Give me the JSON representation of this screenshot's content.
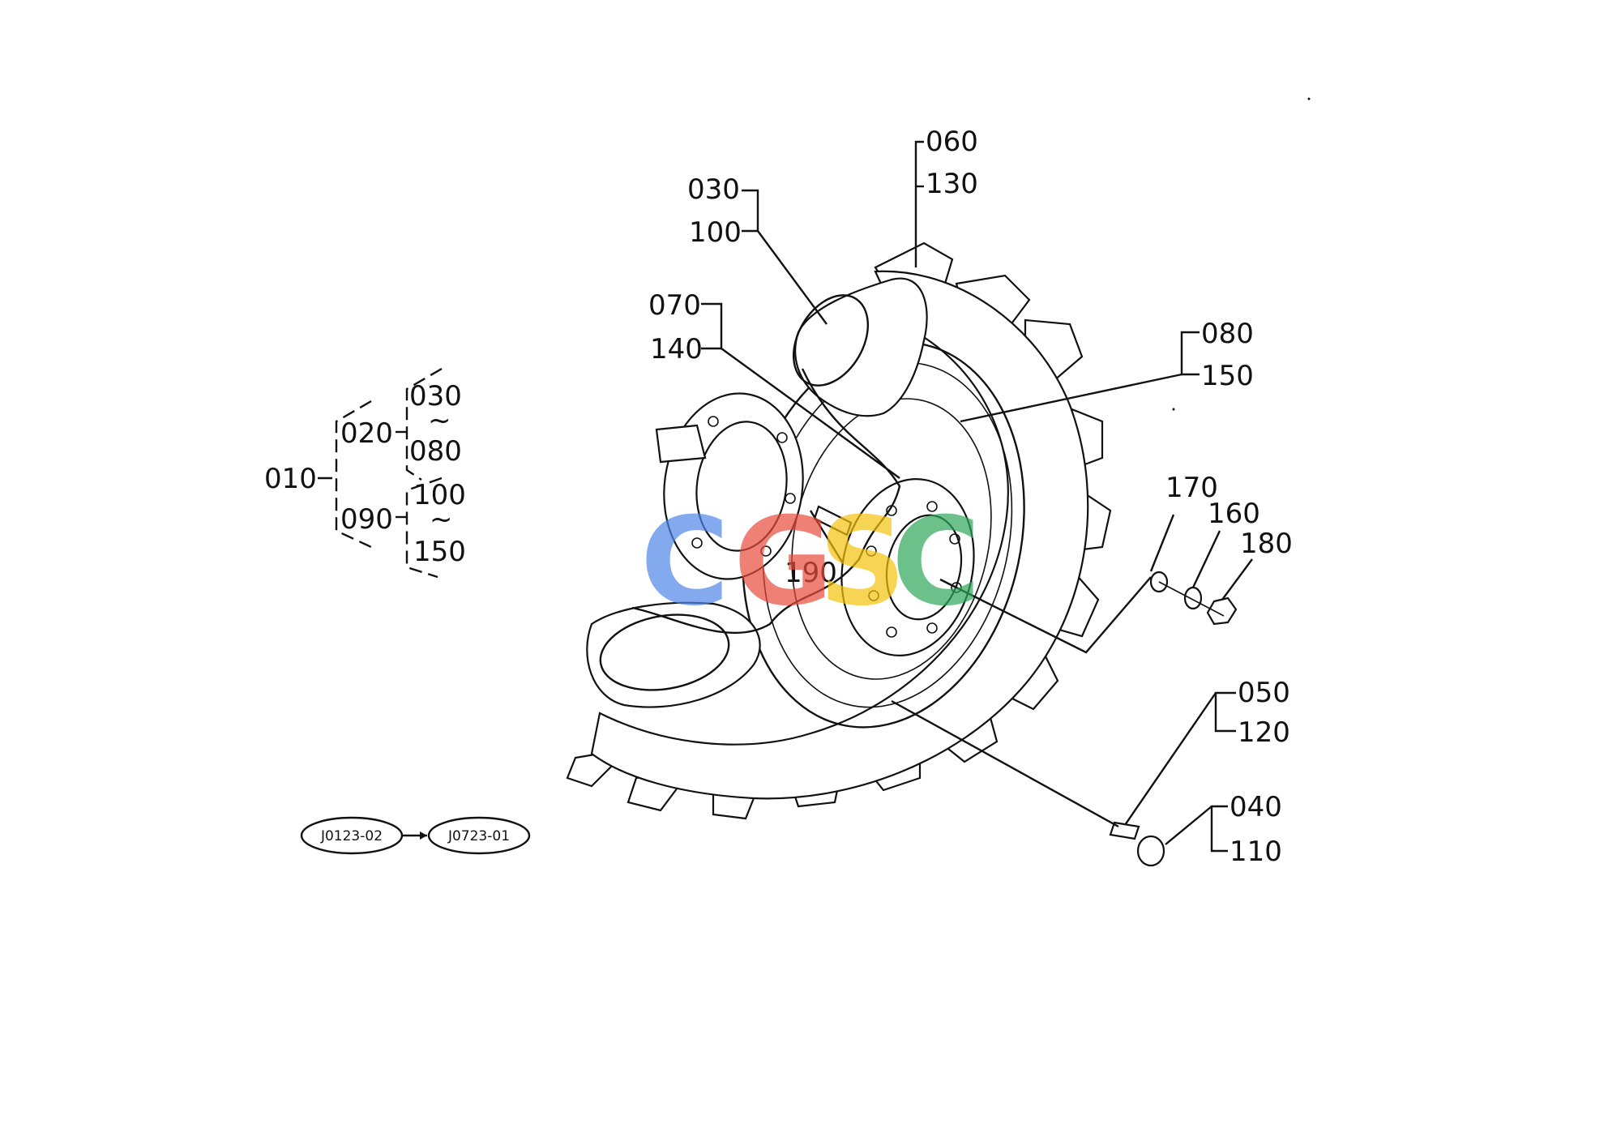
{
  "labels": {
    "p060": "060",
    "p130": "130",
    "p030": "030",
    "p100": "100",
    "p070": "070",
    "p140": "140",
    "p080": "080",
    "p150": "150",
    "p170": "170",
    "p160": "160",
    "p180": "180",
    "p190": "190",
    "p050": "050",
    "p120": "120",
    "p040": "040",
    "p110": "110"
  },
  "tree": {
    "root": "010",
    "b020": "020",
    "b090": "090",
    "r030": "030",
    "tilde1": "~",
    "r080": "080",
    "r100": "100",
    "tilde2": "~",
    "r150": "150"
  },
  "refs": {
    "from": "J0123-02",
    "to": "J0723-01"
  },
  "watermark": {
    "letters": [
      "C",
      "G",
      "S",
      "C"
    ],
    "colors": [
      "#4f86e8",
      "#e84b3c",
      "#f4c20d",
      "#2fa75b"
    ]
  }
}
